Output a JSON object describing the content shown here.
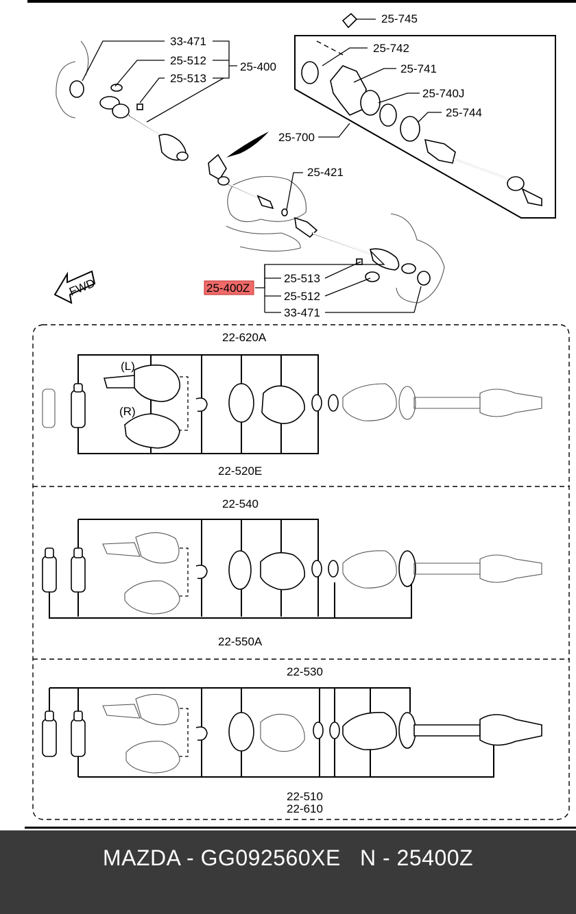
{
  "diagram": {
    "top": {
      "labels": {
        "l33471a": "33-471",
        "l25512a": "25-512",
        "l25513a": "25-513",
        "l25400": "25-400",
        "l25745": "25-745",
        "l25742": "25-742",
        "l25741": "25-741",
        "l25740j": "25-740J",
        "l25744": "25-744",
        "l25700": "25-700",
        "l25421": "25-421",
        "l25513b": "25-513",
        "l25512b": "25-512",
        "l33471b": "33-471",
        "fwd": "FWD"
      },
      "highlight": {
        "label": "25-400Z",
        "color": "#f06a6a"
      }
    },
    "panel1": {
      "label_top": "22-620A",
      "label_bottom": "22-520E",
      "left_tag": "(L)",
      "right_tag": "(R)"
    },
    "panel2": {
      "label_top": "22-540",
      "label_bottom": "22-550A"
    },
    "panel3": {
      "label_top": "22-530",
      "label_bottom_1": "22-510",
      "label_bottom_2": "22-610"
    }
  },
  "footer": {
    "text": "MAZDA - GG092560XE   N - 25400Z",
    "background": "#3a3a3a"
  }
}
